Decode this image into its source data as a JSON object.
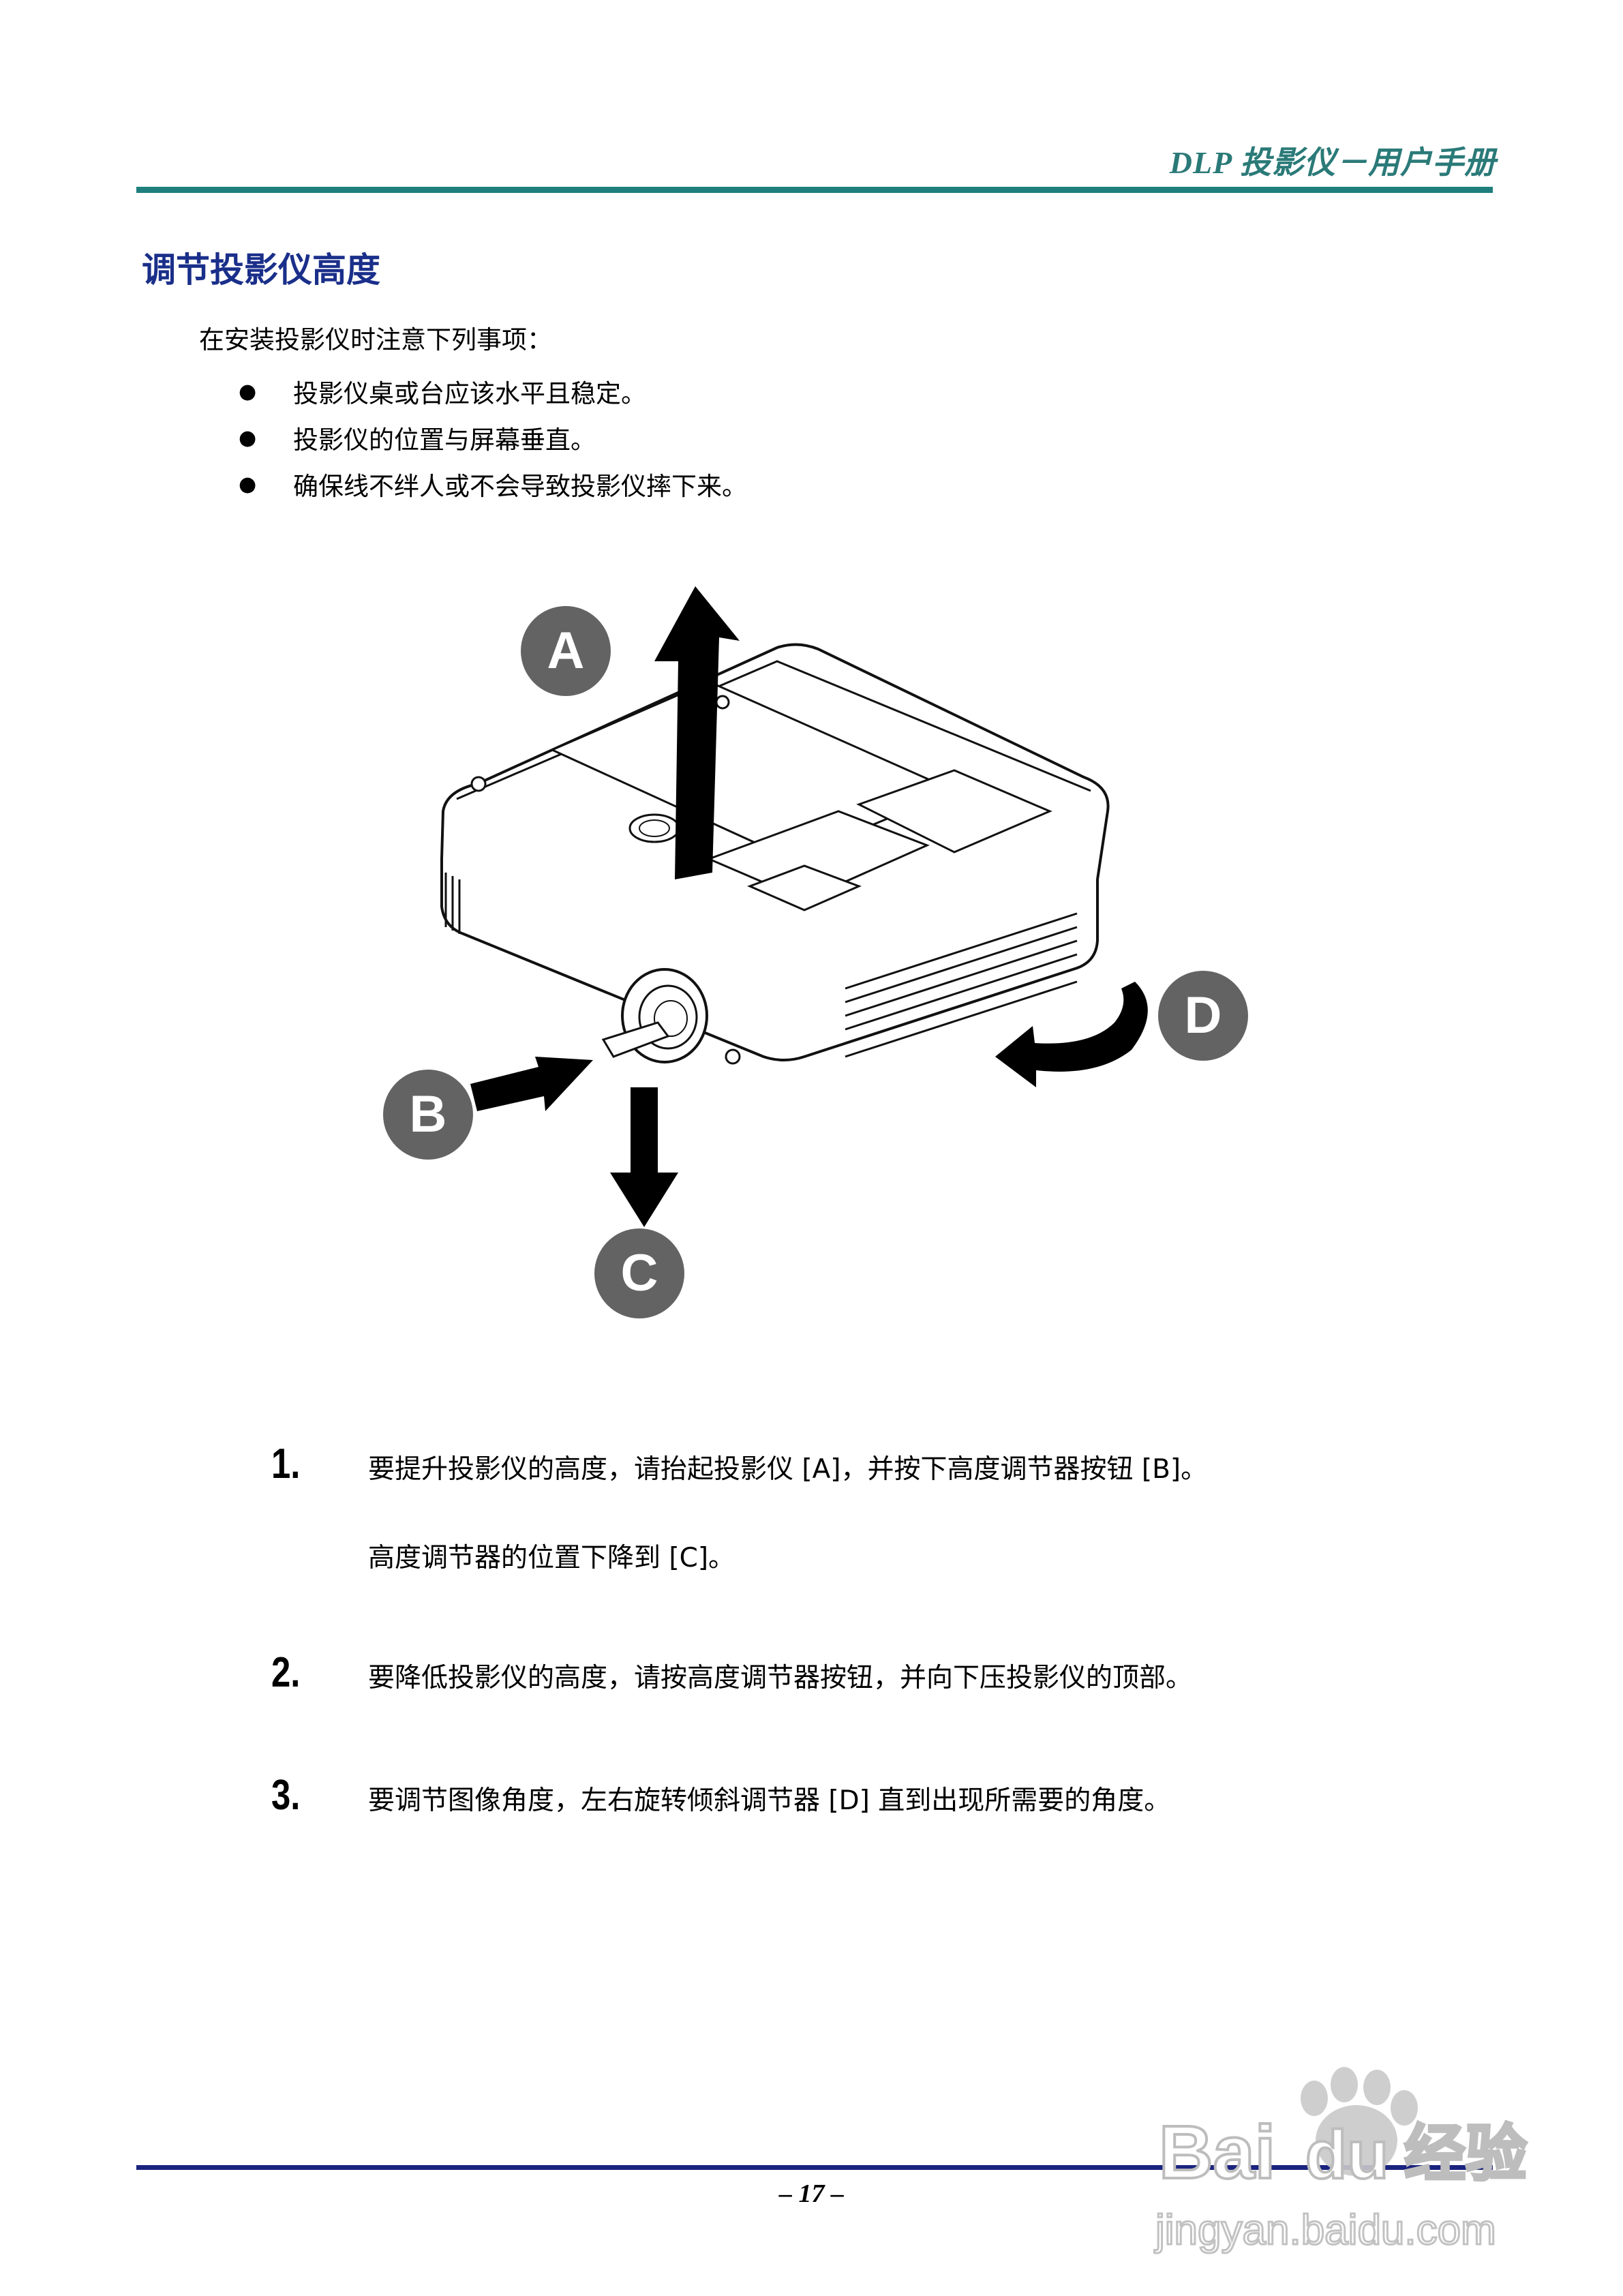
{
  "header": {
    "title": "DLP 投影仪－用户手册"
  },
  "section": {
    "title": "调节投影仪高度"
  },
  "intro": "在安装投影仪时注意下列事项：",
  "bullets": [
    "投影仪桌或台应该水平且稳定。",
    "投影仪的位置与屏幕垂直。",
    "确保线不绊人或不会导致投影仪摔下来。"
  ],
  "figure": {
    "callouts": [
      "A",
      "B",
      "C",
      "D"
    ],
    "colors": {
      "callout": "#636363",
      "arrow": "#000000"
    }
  },
  "steps": [
    {
      "num": "1.",
      "line1": "要提升投影仪的高度，请抬起投影仪 [A]，并按下高度调节器按钮 [B]。",
      "line2": "高度调节器的位置下降到 [C]。"
    },
    {
      "num": "2.",
      "line1": "要降低投影仪的高度，请按高度调节器按钮，并向下压投影仪的顶部。"
    },
    {
      "num": "3.",
      "line1": "要调节图像角度，左右旋转倾斜调节器 [D] 直到出现所需要的角度。"
    }
  ],
  "footer": {
    "page": "– 17 –"
  },
  "watermark": {
    "brand": "Bai",
    "brand_du": "du",
    "cn": "经验",
    "url": "jingyan.baidu.com"
  }
}
